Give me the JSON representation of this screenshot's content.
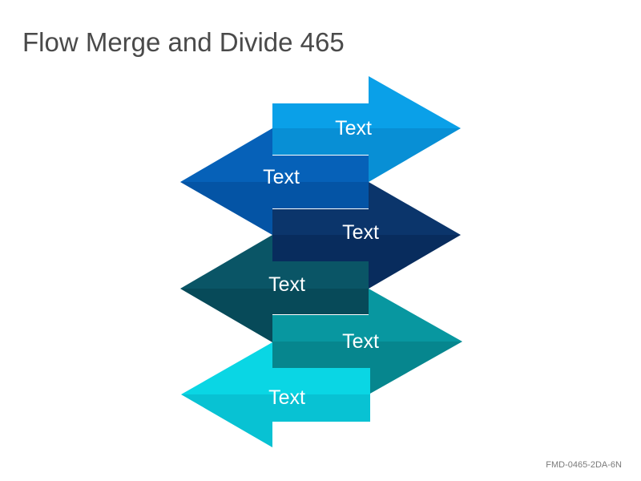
{
  "title": "Flow Merge and Divide 465",
  "footer_code": "FMD-0465-2DA-6N",
  "arrows": [
    {
      "label": "Text",
      "direction": "right",
      "color": "#0aa0e8",
      "shade": "#0781c4"
    },
    {
      "label": "Text",
      "direction": "left",
      "color": "#0661b8",
      "shade": "#034b96"
    },
    {
      "label": "Text",
      "direction": "right",
      "color": "#0b356b",
      "shade": "#072552"
    },
    {
      "label": "Text",
      "direction": "left",
      "color": "#0a5566",
      "shade": "#06414e"
    },
    {
      "label": "Text",
      "direction": "right",
      "color": "#0897a0",
      "shade": "#067880"
    },
    {
      "label": "Text",
      "direction": "left",
      "color": "#0ad6e4",
      "shade": "#07b3c4"
    }
  ]
}
